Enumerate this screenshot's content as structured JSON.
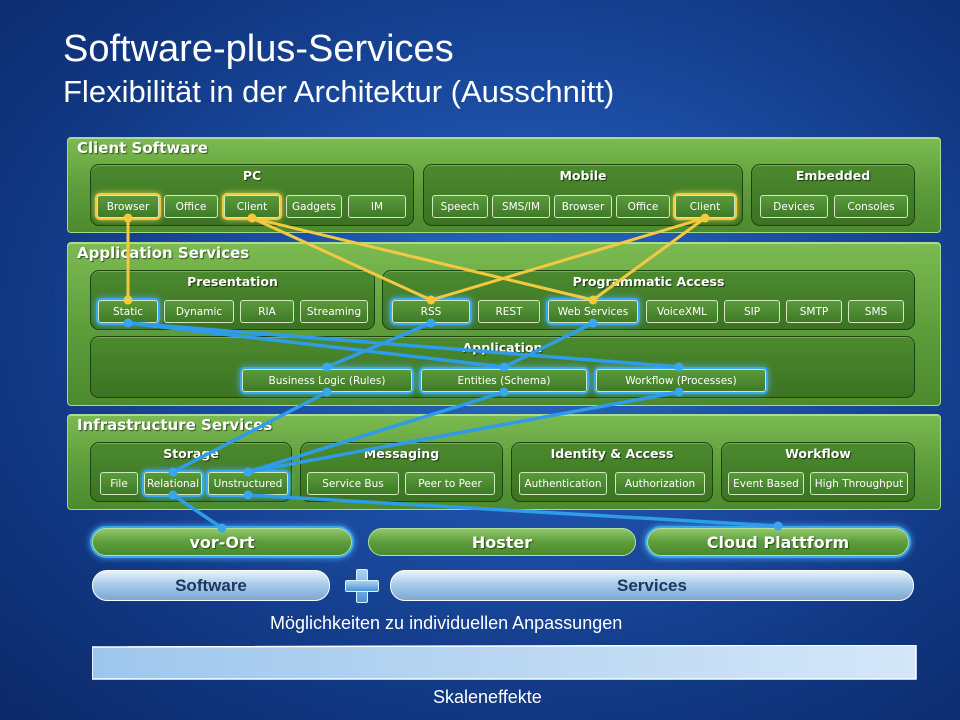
{
  "header": {
    "title": "Software-plus-Services",
    "subtitle": "Flexibilität in der Architektur (Ausschnitt)"
  },
  "client_software": {
    "title": "Client Software",
    "pc": {
      "title": "PC",
      "items": [
        "Browser",
        "Office",
        "Client",
        "Gadgets",
        "IM"
      ]
    },
    "mobile": {
      "title": "Mobile",
      "items": [
        "Speech",
        "SMS/IM",
        "Browser",
        "Office",
        "Client"
      ]
    },
    "embedded": {
      "title": "Embedded",
      "items": [
        "Devices",
        "Consoles"
      ]
    }
  },
  "application_services": {
    "title": "Application Services",
    "presentation": {
      "title": "Presentation",
      "items": [
        "Static",
        "Dynamic",
        "RIA",
        "Streaming"
      ]
    },
    "programmatic_access": {
      "title": "Programmatic Access",
      "items": [
        "RSS",
        "REST",
        "Web Services",
        "VoiceXML",
        "SIP",
        "SMTP",
        "SMS"
      ]
    },
    "application": {
      "title": "Application",
      "items": [
        "Business Logic (Rules)",
        "Entities (Schema)",
        "Workflow (Processes)"
      ]
    }
  },
  "infrastructure_services": {
    "title": "Infrastructure Services",
    "storage": {
      "title": "Storage",
      "items": [
        "File",
        "Relational",
        "Unstructured"
      ]
    },
    "messaging": {
      "title": "Messaging",
      "items": [
        "Service Bus",
        "Peer to Peer"
      ]
    },
    "identity": {
      "title": "Identity & Access",
      "items": [
        "Authentication",
        "Authorization"
      ]
    },
    "workflow": {
      "title": "Workflow",
      "items": [
        "Event Based",
        "High Throughput"
      ]
    }
  },
  "deployment": {
    "on_premise": "vor-Ort",
    "hoster": "Hoster",
    "cloud": "Cloud Plattform"
  },
  "offering": {
    "software": "Software",
    "services": "Services",
    "plus_icon": "plus-icon"
  },
  "captions": {
    "customization": "Möglichkeiten zu individuellen Anpassungen",
    "economies": "Skaleneffekte"
  },
  "colors": {
    "background": "#1d4fa6",
    "layer_green": "#5d9c3a",
    "highlight_client": "#f5c842",
    "highlight_service": "#38a8f0",
    "pill_blue": "#aacbe9"
  }
}
